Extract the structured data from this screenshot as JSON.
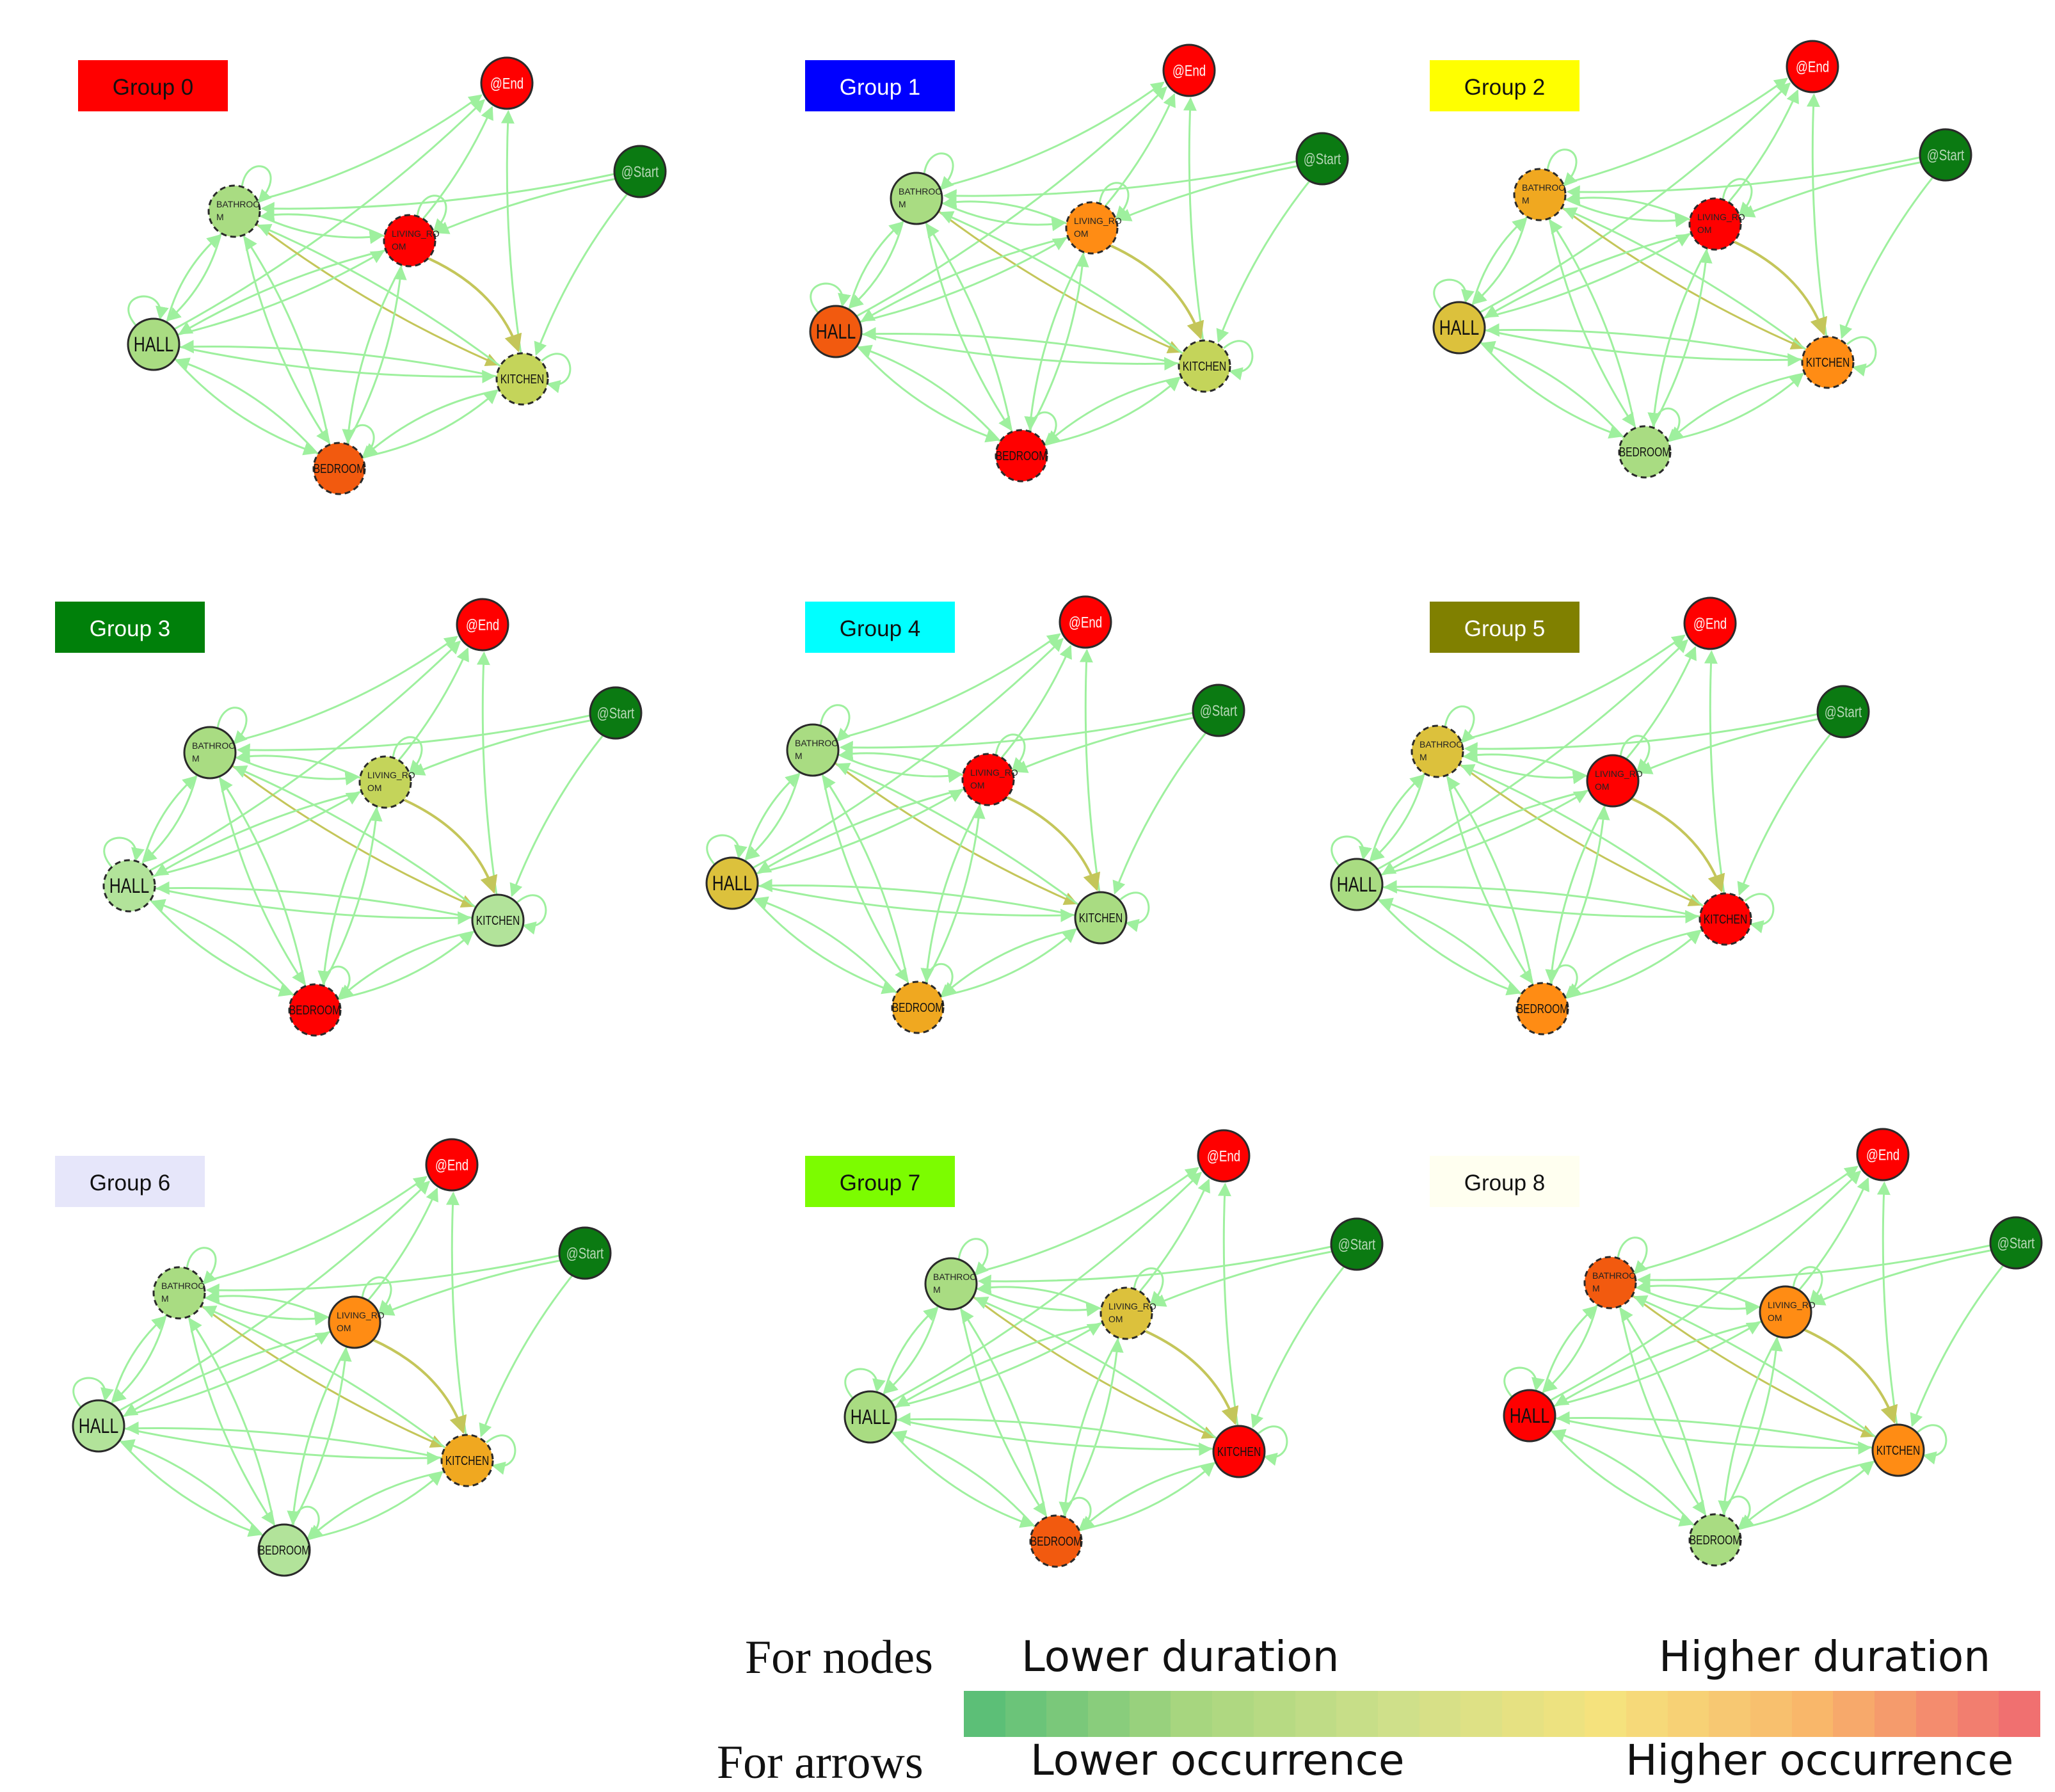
{
  "colors": {
    "red": "#ff0000",
    "orange_red": "#f25a0f",
    "orange": "#ff8c14",
    "amber": "#f0a820",
    "gold": "#dcc13c",
    "yellow_green": "#c4d45a",
    "light_green": "#a9dc82",
    "pale_green": "#b2e39a",
    "start_green": "#0b7a12",
    "edge": "#9ef09e",
    "edge_strong": "#c4c65a"
  },
  "nodes": {
    "end": "@End",
    "start": "@Start",
    "bathroom": [
      "BATHROO",
      "M"
    ],
    "living_room": [
      "LIVING_RO",
      "OM"
    ],
    "hall": "HALL",
    "kitchen": "KITCHEN",
    "bedroom": "BEDROOM"
  },
  "groups": [
    {
      "label": "Group 0",
      "label_bg": "#ff0000",
      "label_color": "#111111",
      "fill": {
        "bathroom": "light_green",
        "living_room": "red",
        "hall": "light_green",
        "kitchen": "yellow_green",
        "bedroom": "orange_red"
      },
      "dashed": {
        "bathroom": true,
        "living_room": true,
        "hall": false,
        "kitchen": true,
        "bedroom": true
      }
    },
    {
      "label": "Group 1",
      "label_bg": "#0000ff",
      "label_color": "#ffffff",
      "fill": {
        "bathroom": "light_green",
        "living_room": "orange",
        "hall": "orange_red",
        "kitchen": "yellow_green",
        "bedroom": "red"
      },
      "dashed": {
        "bathroom": false,
        "living_room": true,
        "hall": false,
        "kitchen": true,
        "bedroom": true
      }
    },
    {
      "label": "Group 2",
      "label_bg": "#ffff00",
      "label_color": "#111111",
      "fill": {
        "bathroom": "amber",
        "living_room": "red",
        "hall": "gold",
        "kitchen": "orange",
        "bedroom": "light_green"
      },
      "dashed": {
        "bathroom": true,
        "living_room": true,
        "hall": false,
        "kitchen": true,
        "bedroom": true
      }
    },
    {
      "label": "Group 3",
      "label_bg": "#00800a",
      "label_color": "#ffffff",
      "fill": {
        "bathroom": "light_green",
        "living_room": "yellow_green",
        "hall": "pale_green",
        "kitchen": "pale_green",
        "bedroom": "red"
      },
      "dashed": {
        "bathroom": false,
        "living_room": true,
        "hall": true,
        "kitchen": false,
        "bedroom": true
      }
    },
    {
      "label": "Group 4",
      "label_bg": "#00ffff",
      "label_color": "#111111",
      "fill": {
        "bathroom": "light_green",
        "living_room": "red",
        "hall": "gold",
        "kitchen": "light_green",
        "bedroom": "amber"
      },
      "dashed": {
        "bathroom": false,
        "living_room": true,
        "hall": false,
        "kitchen": false,
        "bedroom": true
      }
    },
    {
      "label": "Group 5",
      "label_bg": "#808000",
      "label_color": "#ffffff",
      "fill": {
        "bathroom": "gold",
        "living_room": "red",
        "hall": "light_green",
        "kitchen": "red",
        "bedroom": "orange"
      },
      "dashed": {
        "bathroom": true,
        "living_room": false,
        "hall": false,
        "kitchen": true,
        "bedroom": true
      }
    },
    {
      "label": "Group 6",
      "label_bg": "#e6e6fa",
      "label_color": "#111111",
      "fill": {
        "bathroom": "light_green",
        "living_room": "orange",
        "hall": "pale_green",
        "kitchen": "amber",
        "bedroom": "pale_green"
      },
      "dashed": {
        "bathroom": true,
        "living_room": false,
        "hall": false,
        "kitchen": true,
        "bedroom": false
      }
    },
    {
      "label": "Group 7",
      "label_bg": "#7cfc00",
      "label_color": "#111111",
      "fill": {
        "bathroom": "light_green",
        "living_room": "gold",
        "hall": "light_green",
        "kitchen": "red",
        "bedroom": "orange_red"
      },
      "dashed": {
        "bathroom": false,
        "living_room": true,
        "hall": false,
        "kitchen": false,
        "bedroom": true
      }
    },
    {
      "label": "Group 8",
      "label_bg": "#fffff0",
      "label_color": "#111111",
      "fill": {
        "bathroom": "orange_red",
        "living_room": "orange",
        "hall": "red",
        "kitchen": "orange",
        "bedroom": "light_green"
      },
      "dashed": {
        "bathroom": true,
        "living_room": false,
        "hall": false,
        "kitchen": false,
        "bedroom": true
      }
    }
  ],
  "legend": {
    "for_nodes": "For nodes",
    "for_arrows": "For arrows",
    "lower_duration": "Lower duration",
    "higher_duration": "Higher duration",
    "lower_occurrence": "Lower occurrence",
    "higher_occurrence": "Higher occurrence",
    "gradient_stops": [
      "#5cbf77",
      "#a7d67f",
      "#cfe08a",
      "#f5e27d",
      "#f9b76a",
      "#f07070"
    ]
  }
}
